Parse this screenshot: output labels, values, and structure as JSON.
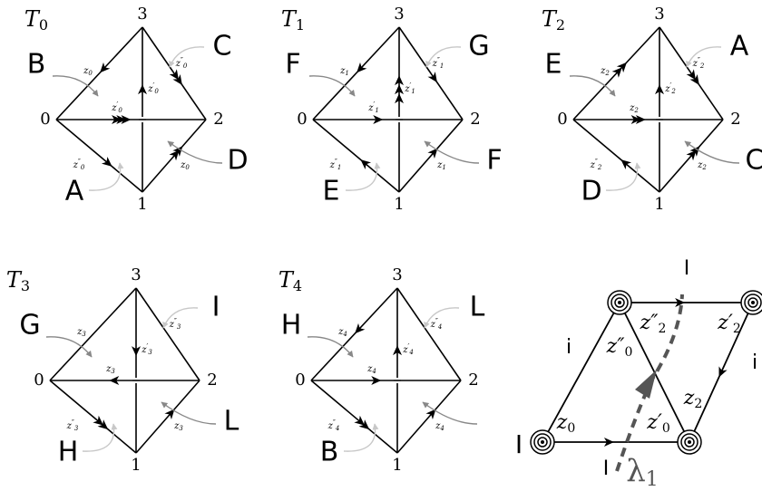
{
  "colors": {
    "ink": "#000000",
    "grey_arrow": "#888888",
    "light_arrow": "#c8c8c8",
    "lambda_stroke": "#555555"
  },
  "tetrahedra": [
    {
      "title_base": "T",
      "title_sub": "0",
      "vertex_labels": [
        "0",
        "1",
        "2",
        "3"
      ],
      "edge_labels": {
        "upper_left": "z",
        "upper_left_sub": "0",
        "upper_left_prime": "",
        "upper_right": "z",
        "upper_right_sub": "0",
        "upper_right_prime": "″",
        "center_h": "z",
        "center_h_sub": "0",
        "center_h_prime": "′",
        "center_v": "z",
        "center_v_sub": "0",
        "center_v_prime": "′",
        "lower_left": "z",
        "lower_left_sub": "0",
        "lower_left_prime": "″",
        "lower_right": "z",
        "lower_right_sub": "0",
        "lower_right_prime": ""
      },
      "face_letters": {
        "left": "B",
        "top_right": "C",
        "bottom_left": "A",
        "bottom_right": "D"
      }
    },
    {
      "title_base": "T",
      "title_sub": "1",
      "vertex_labels": [
        "0",
        "1",
        "2",
        "3"
      ],
      "edge_labels": {
        "upper_left": "z",
        "upper_left_sub": "1",
        "upper_left_prime": "",
        "upper_right": "z",
        "upper_right_sub": "1",
        "upper_right_prime": "″",
        "center_h": "z",
        "center_h_sub": "1",
        "center_h_prime": "′",
        "center_v": "z",
        "center_v_sub": "1",
        "center_v_prime": "′",
        "lower_left": "z",
        "lower_left_sub": "1",
        "lower_left_prime": "″",
        "lower_right": "z",
        "lower_right_sub": "1",
        "lower_right_prime": ""
      },
      "face_letters": {
        "left": "F",
        "top_right": "G",
        "bottom_left": "E",
        "bottom_right": "F"
      }
    },
    {
      "title_base": "T",
      "title_sub": "2",
      "vertex_labels": [
        "0",
        "1",
        "2",
        "3"
      ],
      "edge_labels": {
        "upper_left": "z",
        "upper_left_sub": "2",
        "upper_left_prime": "",
        "upper_right": "z",
        "upper_right_sub": "2",
        "upper_right_prime": "″",
        "center_h": "z",
        "center_h_sub": "2",
        "center_h_prime": "",
        "center_v": "z",
        "center_v_sub": "2",
        "center_v_prime": "′",
        "lower_left": "z",
        "lower_left_sub": "2",
        "lower_left_prime": "″",
        "lower_right": "z",
        "lower_right_sub": "2",
        "lower_right_prime": ""
      },
      "face_letters": {
        "left": "E",
        "top_right": "A",
        "bottom_left": "D",
        "bottom_right": "C"
      }
    },
    {
      "title_base": "T",
      "title_sub": "3",
      "vertex_labels": [
        "0",
        "1",
        "2",
        "3"
      ],
      "edge_labels": {
        "upper_left": "z",
        "upper_left_sub": "3",
        "upper_left_prime": "",
        "upper_right": "z",
        "upper_right_sub": "3",
        "upper_right_prime": "″",
        "center_h": "z",
        "center_h_sub": "3",
        "center_h_prime": "",
        "center_v": "z",
        "center_v_sub": "3",
        "center_v_prime": "′",
        "lower_left": "z",
        "lower_left_sub": "3",
        "lower_left_prime": "″",
        "lower_right": "z",
        "lower_right_sub": "3",
        "lower_right_prime": ""
      },
      "face_letters": {
        "left": "G",
        "top_right": "I",
        "bottom_left": "H",
        "bottom_right": "L"
      }
    },
    {
      "title_base": "T",
      "title_sub": "4",
      "vertex_labels": [
        "0",
        "1",
        "2",
        "3"
      ],
      "edge_labels": {
        "upper_left": "z",
        "upper_left_sub": "4",
        "upper_left_prime": "",
        "upper_right": "z",
        "upper_right_sub": "4",
        "upper_right_prime": "″",
        "center_h": "z",
        "center_h_sub": "4",
        "center_h_prime": "",
        "center_v": "z",
        "center_v_sub": "4",
        "center_v_prime": "′",
        "lower_left": "z",
        "lower_left_sub": "4",
        "lower_left_prime": "″",
        "lower_right": "z",
        "lower_right_sub": "4",
        "lower_right_prime": ""
      },
      "face_letters": {
        "left": "H",
        "top_right": "L",
        "bottom_left": "B",
        "bottom_right": ""
      }
    }
  ],
  "parallelogram": {
    "top_label": "I",
    "left_edge_label": "i",
    "right_edge_label": "i",
    "bottom_left_label": "I",
    "bottom_label": "I",
    "zeta_top_mid": "z″",
    "zeta_top_mid_sub": "2",
    "zeta_top_right": "z′",
    "zeta_top_right_sub": "2",
    "zeta_left": "z″",
    "zeta_left_sub": "0",
    "zeta_right": "z",
    "zeta_right_sub": "2",
    "zeta_bottom_left": "z",
    "zeta_bottom_left_sub": "0",
    "zeta_bottom_right": "z′",
    "zeta_bottom_right_sub": "0",
    "lambda_label": "λ",
    "lambda_sub": "1"
  }
}
